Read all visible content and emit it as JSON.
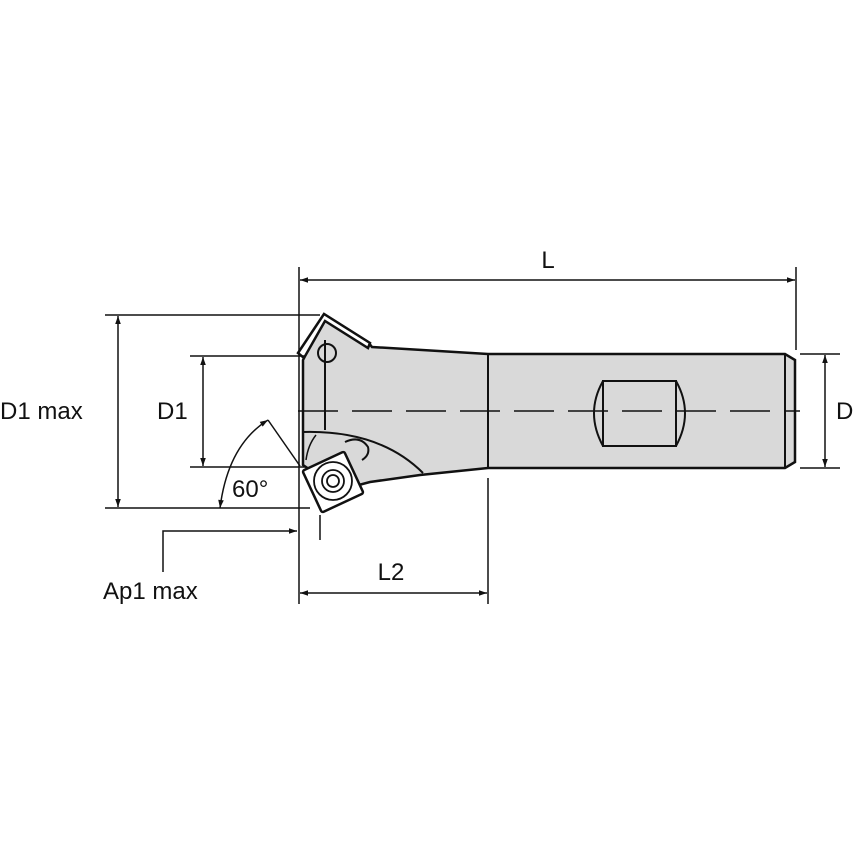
{
  "drawing": {
    "type": "milling cutter dimension drawing",
    "colors": {
      "body_fill": "#d9d9d9",
      "line": "#111111",
      "background": "#ffffff"
    },
    "labels": {
      "L": "L",
      "D": "D",
      "D1": "D1",
      "D1_max": "D1 max",
      "L2": "L2",
      "Ap1_max": "Ap1 max",
      "angle": "60°"
    }
  }
}
